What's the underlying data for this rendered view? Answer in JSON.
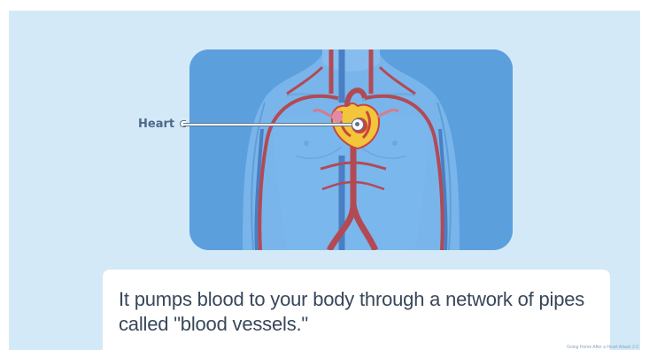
{
  "slide": {
    "background_color": "#d4e9f7",
    "illustration": {
      "subject": "human torso with circulatory system",
      "card_color": "#5b9fdd",
      "body_color": "#79b5ea",
      "artery_color": "#b24a55",
      "vein_color": "#4a7fc4",
      "heart_color": "#f2c53b"
    },
    "callout": {
      "label": "Heart"
    },
    "caption": "It pumps blood to your body through a network of pipes called \"blood vessels.\"",
    "credit": "Going Home After a Heart Attack  2.0"
  }
}
